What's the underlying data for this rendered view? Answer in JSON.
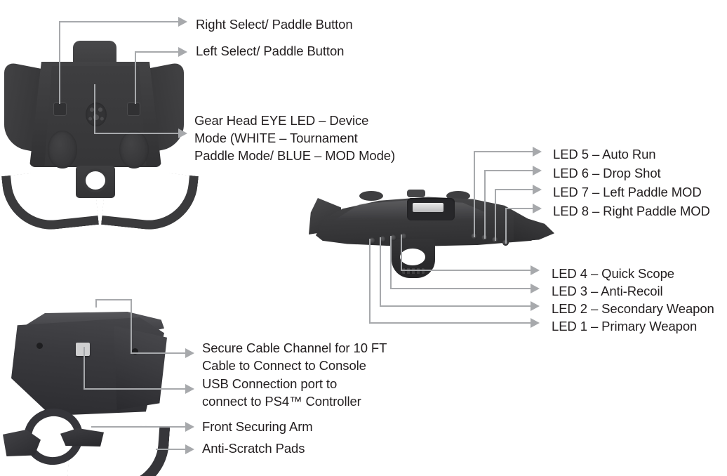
{
  "diagram": {
    "title": "Gear Head Controller Attachment Callout Diagram",
    "background_color": "#ffffff",
    "text_color": "#231f20",
    "leader_color": "#a7a9ac",
    "device_color": "#3a3a3c"
  },
  "callouts": {
    "right_select": "Right Select/ Paddle Button",
    "left_select": "Left Select/ Paddle Button",
    "eye_led": "Gear Head EYE LED – Device\nMode (WHITE – Tournament\nPaddle Mode/ BLUE – MOD Mode)",
    "led5": "LED 5 – Auto Run",
    "led6": "LED 6 – Drop Shot",
    "led7": "LED 7 – Left Paddle MOD",
    "led8": "LED 8 – Right Paddle MOD",
    "led4": "LED 4 – Quick Scope",
    "led3": "LED 3 – Anti-Recoil",
    "led2": "LED 2 – Secondary Weapon",
    "led1": "LED 1 – Primary Weapon",
    "cable_channel": "Secure Cable Channel for 10 FT\nCable to Connect to Console",
    "usb_port": "USB Connection port to\nconnect to PS4™ Controller",
    "securing_arm": "Front Securing Arm",
    "anti_scratch": "Anti-Scratch Pads"
  },
  "devices": {
    "top_left": "rear-view-of-controller-attachment",
    "middle": "side-view-with-led-indicators",
    "bottom_left": "three-quarter-perspective-view"
  }
}
